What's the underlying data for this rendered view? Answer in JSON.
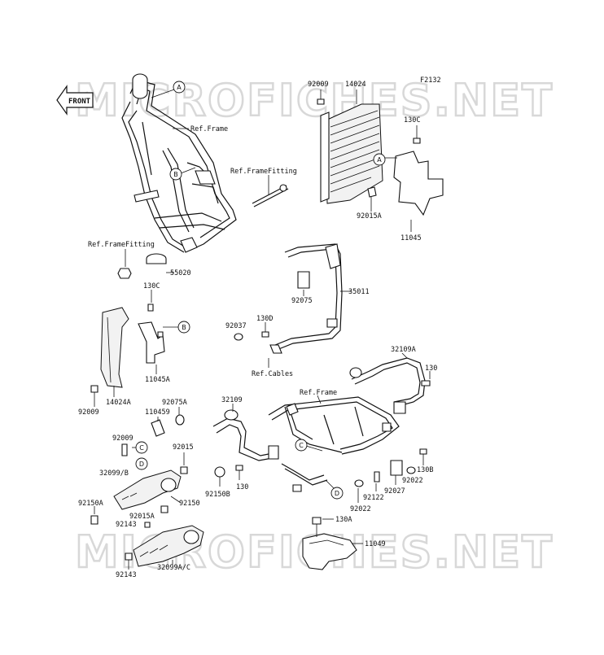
{
  "diagram": {
    "code": "F2132",
    "watermark": "MICROFICHES.NET",
    "front_label": "FRONT",
    "refs": [
      "Ref.Frame",
      "Ref.FrameFitting",
      "Ref.FrameFitting",
      "Ref.Cables",
      "Ref.Frame"
    ],
    "callouts": [
      "A",
      "A",
      "B",
      "B",
      "C",
      "C",
      "D",
      "D"
    ],
    "parts": [
      "92009",
      "14024",
      "130C",
      "92015A",
      "11045",
      "55020",
      "130C",
      "11045A",
      "35011",
      "92075",
      "130D",
      "92037",
      "14024A",
      "92009",
      "92075A",
      "110459",
      "32109A",
      "130",
      "32109",
      "92009",
      "92015",
      "32099/B",
      "92150B",
      "130",
      "92150A",
      "92150",
      "92143",
      "92015A",
      "130B",
      "92022",
      "92027",
      "92122",
      "92022",
      "130A",
      "11049",
      "92143",
      "32099A/C"
    ]
  }
}
